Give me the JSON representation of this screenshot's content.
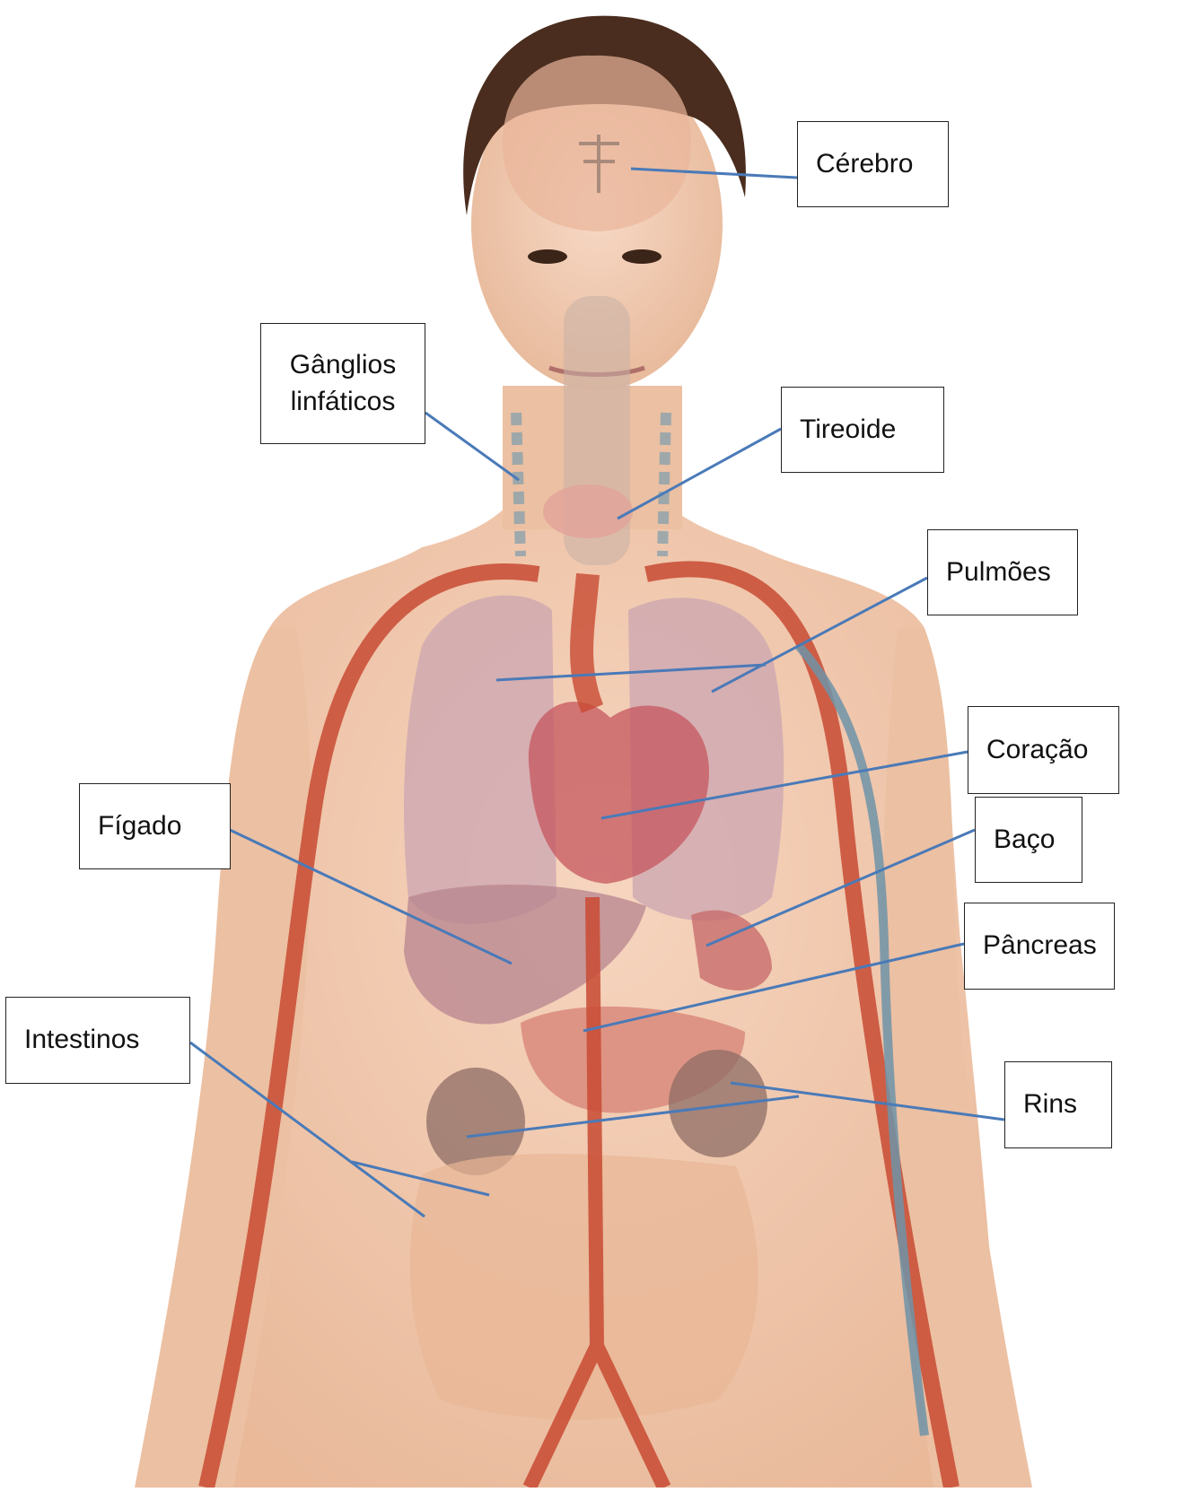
{
  "colors": {
    "skin": "#f1c8ad",
    "hair": "#4a2d1e",
    "artery": "#c84a32",
    "vein": "#6e93a8",
    "lung": "#c9a3b0",
    "liver": "#b7848f",
    "heart": "#c6565e",
    "pancreas": "#d98a7b",
    "kidney": "#8e6c64",
    "intestine": "#e8b795",
    "leader_line": "#4a7ab8"
  },
  "labels": {
    "cerebro": "Cérebro",
    "ganglios": "Gânglios linfáticos",
    "tireoide": "Tireoide",
    "pulmoes": "Pulmões",
    "coracao": "Coração",
    "figado": "Fígado",
    "baco": "Baço",
    "pancreas": "Pâncreas",
    "intestinos": "Intestinos",
    "rins": "Rins"
  }
}
